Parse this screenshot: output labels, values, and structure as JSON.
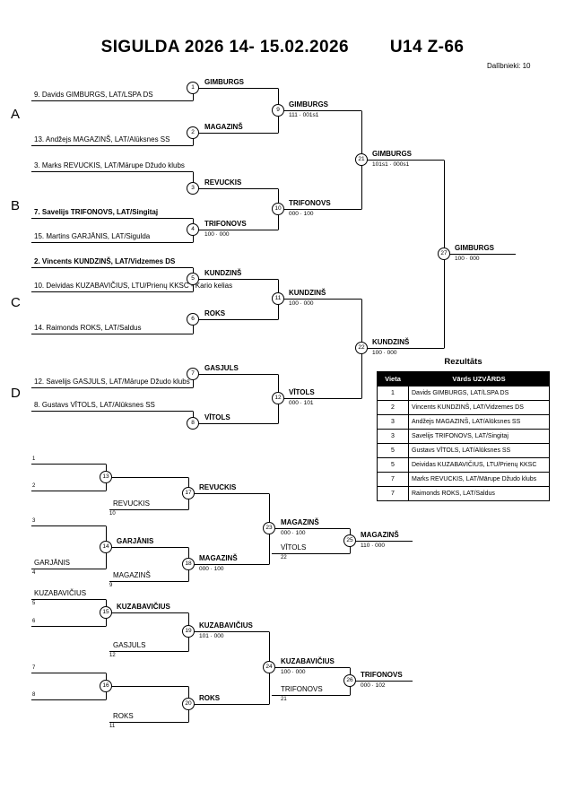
{
  "header": {
    "title": "SIGULDA 2026 14- 15.02.2026",
    "category": "U14 Z-66",
    "participants": "Dalībnieki: 10"
  },
  "groups": {
    "a": "A",
    "b": "B",
    "c": "C",
    "d": "D"
  },
  "bracket": {
    "entries": {
      "gimburgs": "9. Davids GIMBURGS, LAT/LSPA DS",
      "magazins": "13. Andžejs MAGAZINŠ, LAT/Alūksnes SS",
      "revuckis": "3. Marks REVUCKIS, LAT/Mārupe Džudo klubs",
      "trifonovs": "7. Savelijs TRIFONOVS, LAT/Singitaj",
      "garjanis": "15. Martins GARJĀNIS, LAT/Sigulda",
      "kundzins": "2. Vincents KUNDZINŠ, LAT/Vidzemes DS",
      "kuzabavicius": "10. Deividas KUZABAVIČIUS, LTU/Prienų KKSC - Kario kelias",
      "roks": "14. Raimonds ROKS, LAT/Saldus",
      "gasjuls": "12. Savelijs GASJULS, LAT/Mārupe Džudo klubs",
      "vitols": "8. Gustavs VĪTOLS, LAT/Alūksnes SS"
    },
    "matches": {
      "m1": {
        "no": "1",
        "winner": "GIMBURGS"
      },
      "m2": {
        "no": "2",
        "winner": "MAGAZINŠ"
      },
      "m3": {
        "no": "3",
        "winner": "REVUCKIS"
      },
      "m4": {
        "no": "4",
        "winner": "TRIFONOVS",
        "score": "100 · 000"
      },
      "m5": {
        "no": "5",
        "winner": "KUNDZINŠ"
      },
      "m6": {
        "no": "6",
        "winner": "ROKS"
      },
      "m7": {
        "no": "7",
        "winner": "GASJULS"
      },
      "m8": {
        "no": "8",
        "winner": "VĪTOLS"
      },
      "m9": {
        "no": "9",
        "winner": "GIMBURGS",
        "score": "111 · 001s1"
      },
      "m10": {
        "no": "10",
        "winner": "TRIFONOVS",
        "score": "000 · 100"
      },
      "m11": {
        "no": "11",
        "winner": "KUNDZINŠ",
        "score": "100 · 000"
      },
      "m12": {
        "no": "12",
        "winner": "VĪTOLS",
        "score": "000 · 101"
      },
      "m21": {
        "no": "21",
        "winner": "GIMBURGS",
        "score": "101s1 · 000s1"
      },
      "m22": {
        "no": "22",
        "winner": "KUNDZINŠ",
        "score": "100 · 000"
      },
      "m27": {
        "no": "27",
        "winner": "GIMBURGS",
        "score": "100 · 000"
      }
    }
  },
  "repechage": {
    "ticks": {
      "t1": "1",
      "t2": "2",
      "t3": "3",
      "t4": "4",
      "t5": "5",
      "t6": "6",
      "t7": "7",
      "t8": "8",
      "t9": "9",
      "t10": "10",
      "t11": "11",
      "t12": "12",
      "t21": "21",
      "t22": "22"
    },
    "drops": {
      "garjanis": "GARJĀNIS",
      "kuzabavicius": "KUZABAVIČIUS",
      "revuckis": "REVUCKIS",
      "magazins": "MAGAZINŠ",
      "gasjuls": "GASJULS",
      "roks": "ROKS",
      "vitols": "VĪTOLS",
      "trifonovs": "TRIFONOVS"
    },
    "matches": {
      "m13": {
        "no": "13"
      },
      "m14": {
        "no": "14",
        "winner": "GARJĀNIS"
      },
      "m15": {
        "no": "15",
        "winner": "KUZABAVIČIUS"
      },
      "m16": {
        "no": "16"
      },
      "m17": {
        "no": "17",
        "winner": "REVUCKIS"
      },
      "m18": {
        "no": "18",
        "winner": "MAGAZINŠ",
        "score": "000 · 100"
      },
      "m19": {
        "no": "19",
        "winner": "KUZABAVIČIUS",
        "score": "101 · 000"
      },
      "m20": {
        "no": "20",
        "winner": "ROKS"
      },
      "m23": {
        "no": "23",
        "winner": "MAGAZINŠ",
        "score": "000 · 100"
      },
      "m24": {
        "no": "24",
        "winner": "KUZABAVIČIUS",
        "score": "100 · 000"
      },
      "m25": {
        "no": "25",
        "winner": "MAGAZINŠ",
        "score": "110 · 000"
      },
      "m26": {
        "no": "26",
        "winner": "TRIFONOVS",
        "score": "000 · 102"
      }
    }
  },
  "results": {
    "title": "Rezultāts",
    "columns": {
      "place": "Vieta",
      "name": "Vārds UZVĀRDS"
    },
    "rows": [
      {
        "place": "1",
        "name": "Davids GIMBURGS, LAT/LSPA DS"
      },
      {
        "place": "2",
        "name": "Vincents KUNDZINŠ, LAT/Vidzemes DS"
      },
      {
        "place": "3",
        "name": "Andžejs MAGAZINŠ, LAT/Alūksnes SS"
      },
      {
        "place": "3",
        "name": "Savelijs TRIFONOVS, LAT/Singitaj"
      },
      {
        "place": "5",
        "name": "Gustavs VĪTOLS, LAT/Alūksnes SS"
      },
      {
        "place": "5",
        "name": "Deividas KUZABAVIČIUS, LTU/Prienų KKSC"
      },
      {
        "place": "7",
        "name": "Marks REVUCKIS, LAT/Mārupe Džudo klubs"
      },
      {
        "place": "7",
        "name": "Raimonds ROKS, LAT/Saldus"
      }
    ]
  }
}
